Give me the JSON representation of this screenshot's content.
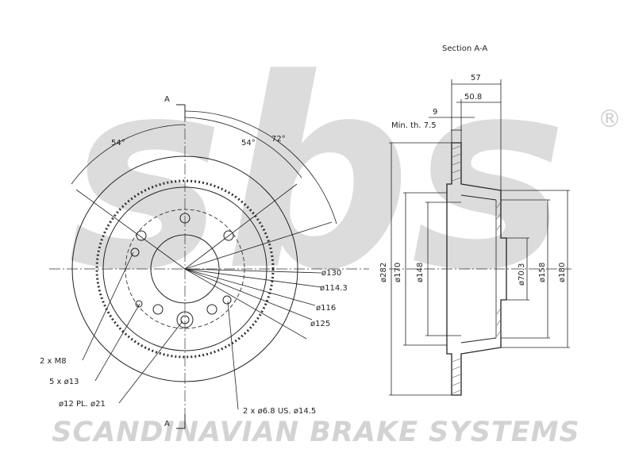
{
  "brand": {
    "watermark_letters": "sbs",
    "registered_mark": "®",
    "footer_text": "SCANDINAVIAN BRAKE SYSTEMS",
    "watermark_color": "#d9d9d9"
  },
  "front_view": {
    "section_marker_top": "A",
    "section_marker_bottom": "A",
    "angles": [
      "54°",
      "54°",
      "72°"
    ],
    "diameters": [
      "ø130",
      "ø114.3",
      "ø116",
      "ø125"
    ],
    "callouts": [
      "2 x M8",
      "5 x ø13",
      "ø12 PL. ø21",
      "2 x ø6.8 US. ø14.5"
    ]
  },
  "section_view": {
    "title": "Section A-A",
    "widths": [
      "57",
      "50.8",
      "9"
    ],
    "min_thickness": "Min. th. 7.5",
    "diameters": [
      "ø282",
      "ø170",
      "ø148",
      "ø70.3",
      "ø158",
      "ø180"
    ]
  },
  "line_color": "#222222"
}
